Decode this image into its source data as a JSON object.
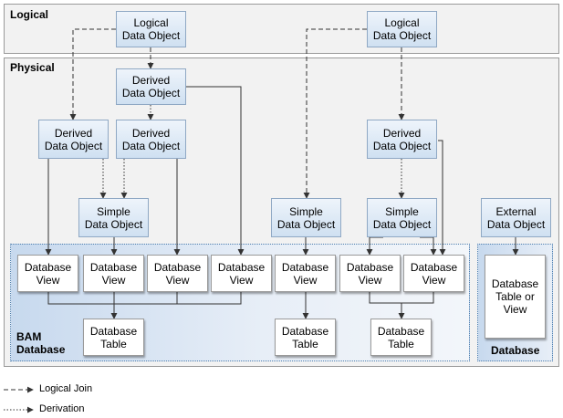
{
  "sections": {
    "logical": "Logical",
    "physical": "Physical",
    "bam": [
      "BAM",
      "Database"
    ],
    "database": "Database"
  },
  "logical_objects": [
    [
      "Logical",
      "Data Object"
    ],
    [
      "Logical",
      "Data Object"
    ]
  ],
  "derived_objects": [
    [
      "Derived",
      "Data Object"
    ],
    [
      "Derived",
      "Data Object"
    ],
    [
      "Derived",
      "Data Object"
    ],
    [
      "Derived",
      "Data Object"
    ]
  ],
  "simple_objects": [
    [
      "Simple",
      "Data Object"
    ],
    [
      "Simple",
      "Data Object"
    ],
    [
      "Simple",
      "Data Object"
    ]
  ],
  "external_object": [
    "External",
    "Data Object"
  ],
  "database_views": [
    [
      "Database",
      "View"
    ],
    [
      "Database",
      "View"
    ],
    [
      "Database",
      "View"
    ],
    [
      "Database",
      "View"
    ],
    [
      "Database",
      "View"
    ],
    [
      "Database",
      "View"
    ],
    [
      "Database",
      "View"
    ]
  ],
  "database_tables": [
    [
      "Database",
      "Table"
    ],
    [
      "Database",
      "Table"
    ],
    [
      "Database",
      "Table"
    ]
  ],
  "external_table": [
    "Database",
    "Table or",
    "View"
  ],
  "legend": {
    "logical_join": "Logical Join",
    "derivation": "Derivation"
  },
  "colors": {
    "region_fill": "#f2f2f2",
    "bam_fill": "#d9e6f4",
    "box_border": "#8fa8c4"
  }
}
